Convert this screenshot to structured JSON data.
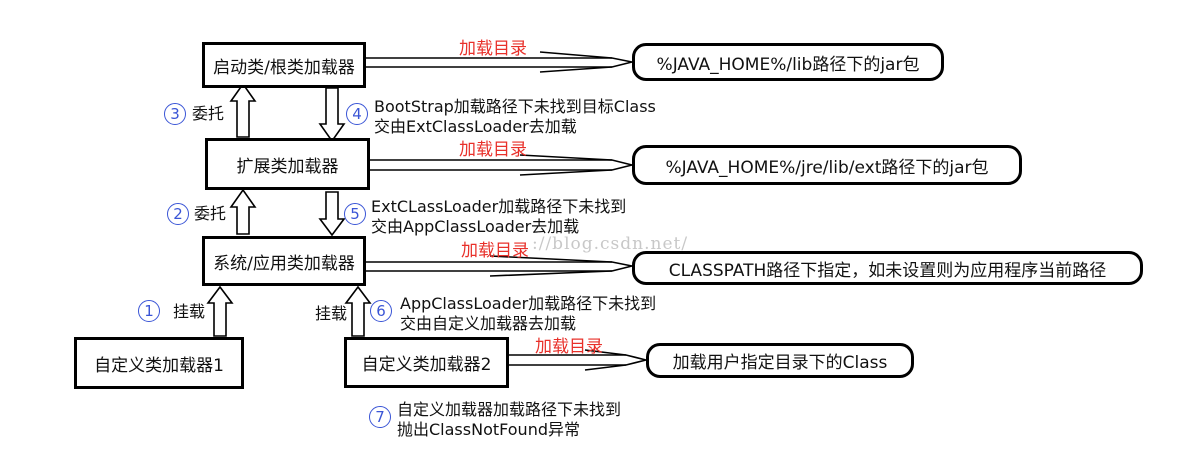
{
  "boxes": {
    "bootstrap": "启动类/根类加载器",
    "ext": "扩展类加载器",
    "app": "系统/应用类加载器",
    "custom1": "自定义类加载器1",
    "custom2": "自定义类加载器2"
  },
  "targets": {
    "bootstrap": "%JAVA_HOME%/lib路径下的jar包",
    "ext": "%JAVA_HOME%/jre/lib/ext路径下的jar包",
    "app": "CLASSPATH路径下指定，如未设置则为应用程序当前路径",
    "custom2": "加载用户指定目录下的Class"
  },
  "load_dir_label": "加载目录",
  "steps": {
    "s1": {
      "num": "1",
      "label": "挂载"
    },
    "s2": {
      "num": "2",
      "label": "委托"
    },
    "s3": {
      "num": "3",
      "label": "委托"
    },
    "s4": {
      "num": "4",
      "line1": "BootStrap加载路径下未找到目标Class",
      "line2": "交由ExtClassLoader去加载"
    },
    "s5": {
      "num": "5",
      "line1": "ExtCLassLoader加载路径下未找到",
      "line2": "交由AppClassLoader去加载"
    },
    "s6": {
      "num": "6",
      "line1": "AppClassLoader加载路径下未找到",
      "line2": "交由自定义加载器去加载"
    },
    "s7": {
      "num": "7",
      "line1": "自定义加载器加载路径下未找到",
      "line2": "抛出ClassNotFound异常"
    },
    "mount2": "挂载"
  },
  "watermark": "://blog.csdn.net/"
}
